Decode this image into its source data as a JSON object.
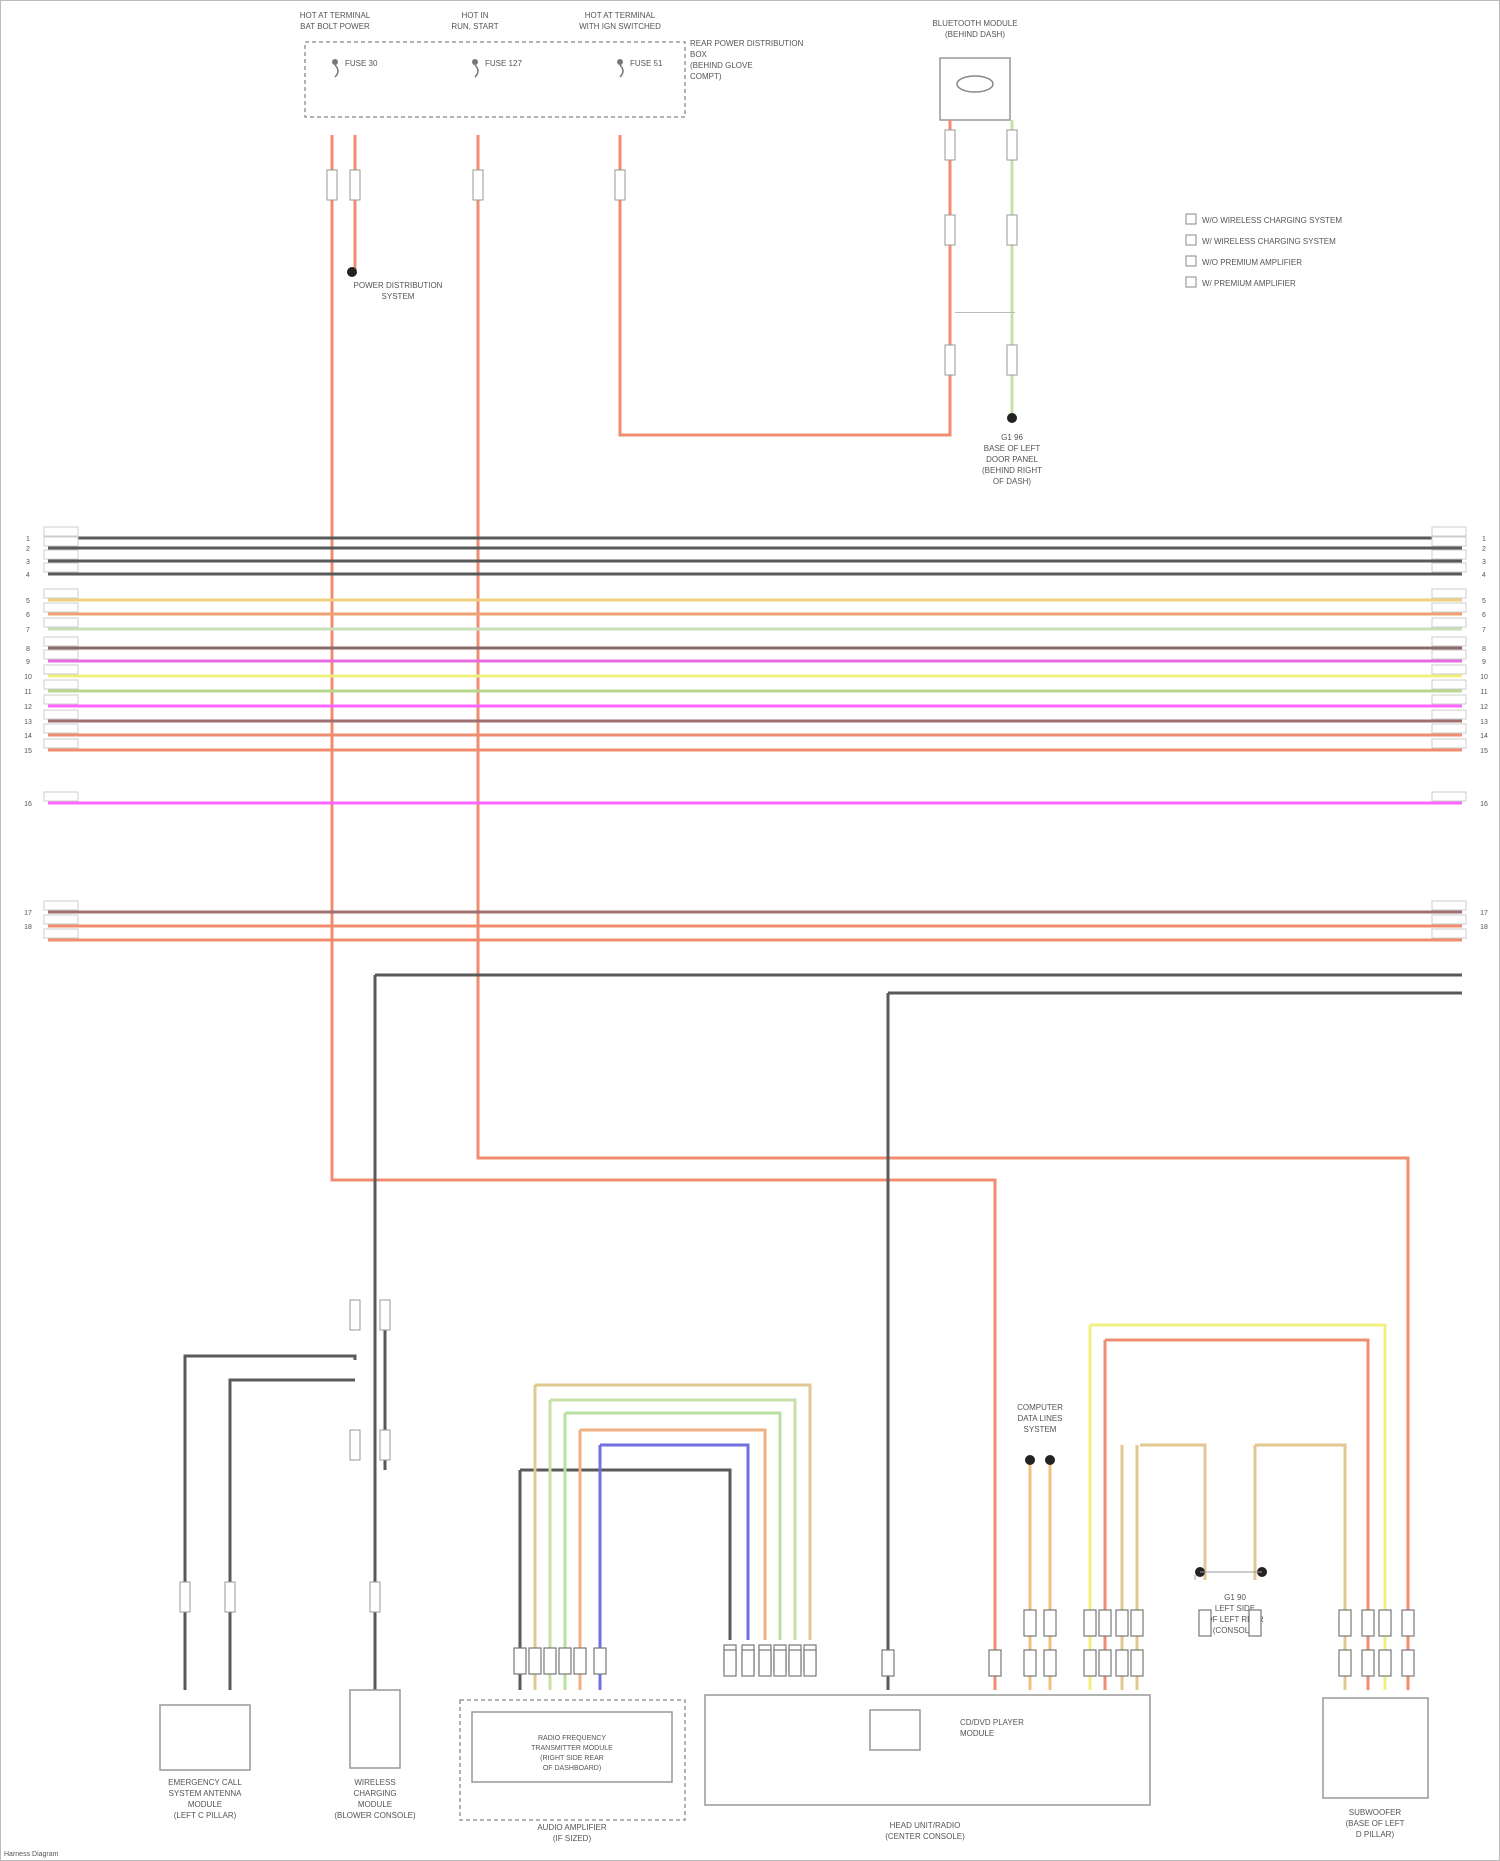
{
  "diagram": {
    "fuse_labels": [
      {
        "id": "fuse-box-left",
        "title": [
          "HOT AT TERMINAL",
          "BAT BOLT POWER"
        ],
        "fuse": "FUSE 30"
      },
      {
        "id": "fuse-box-mid",
        "title": [
          "HOT IN",
          "RUN, START"
        ],
        "fuse": "FUSE 127"
      },
      {
        "id": "fuse-box-right",
        "title": [
          "HOT AT TERMINAL",
          "WITH IGN SWITCHED"
        ],
        "fuse": "FUSE 51"
      }
    ],
    "fuse_box_note": [
      "REAR POWER DISTRIBUTION",
      "BOX",
      "(BEHIND GLOVE",
      "COMPT)"
    ],
    "top_right_component": [
      "BLUETOOTH MODULE",
      "(BEHIND DASH)"
    ],
    "legend": [
      "W/O WIRELESS CHARGING SYSTEM",
      "W/ WIRELESS CHARGING SYSTEM",
      "W/O PREMIUM AMPLIFIER",
      "W/ PREMIUM AMPLIFIER"
    ],
    "splice_label": [
      "POWER DISTRIBUTION",
      "SYSTEM"
    ],
    "ground_labels": [
      {
        "id": "ground-top",
        "lines": [
          "G1 96",
          "BASE OF LEFT",
          "DOOR PANEL",
          "(BEHIND RIGHT",
          "OF DASH)"
        ]
      },
      {
        "id": "ground-bottom",
        "lines": [
          "G1 90",
          "LEFT SIDE",
          "OF LEFT REAR",
          "(CONSOLE)"
        ]
      }
    ],
    "left_wire_numbers": [
      "1",
      "2",
      "3",
      "4",
      "5",
      "6",
      "7",
      "8",
      "9",
      "10",
      "11",
      "12",
      "13",
      "14",
      "15",
      "16",
      "17",
      "18"
    ],
    "bus_wire_colors": [
      "#5a5a5a",
      "#5a5a5a",
      "#5a5a5a",
      "#5a5a5a",
      "#5a5a5a",
      "#c8e0b8",
      "#f08c70",
      "#e86adf",
      "#f0d080",
      "#f0a070",
      "#c8e0b8",
      "#8a6a6a",
      "#e86adf",
      "#f0f080",
      "#b8d890",
      "#ff66ff",
      "#a07070",
      "#f08c70",
      "#f08c70"
    ],
    "bottom_components": [
      {
        "id": "emergency-antenna",
        "lines": [
          "EMERGENCY CALL",
          "SYSTEM ANTENNA",
          "MODULE",
          "(LEFT C PILLAR)"
        ]
      },
      {
        "id": "wireless-charging",
        "lines": [
          "WIRELESS",
          "CHARGING",
          "MODULE",
          "(BLOWER CONSOLE)"
        ]
      },
      {
        "id": "amplifier-connector",
        "lines": [
          "AUDIO AMPLIFIER",
          "(IF SIZED)"
        ]
      },
      {
        "id": "amplifier-inner",
        "lines": [
          "RADIO FREQUENCY",
          "TRANSMITTER MODULE",
          "(RIGHT SIDE REAR",
          "OF DASHBOARD)"
        ]
      },
      {
        "id": "head-unit",
        "lines": [
          "HEAD UNIT/RADIO",
          "(CENTER CONSOLE)"
        ]
      },
      {
        "id": "head-unit-inner",
        "lines": [
          "CD/DVD PLAYER",
          "MODULE"
        ]
      },
      {
        "id": "right-module",
        "lines": [
          "SUBWOOFER",
          "(BASE OF LEFT",
          "D PILLAR)"
        ]
      }
    ],
    "mid_splice_label": [
      "COMPUTER",
      "DATA LINES",
      "SYSTEM"
    ],
    "footer": "Harness Diagram"
  }
}
